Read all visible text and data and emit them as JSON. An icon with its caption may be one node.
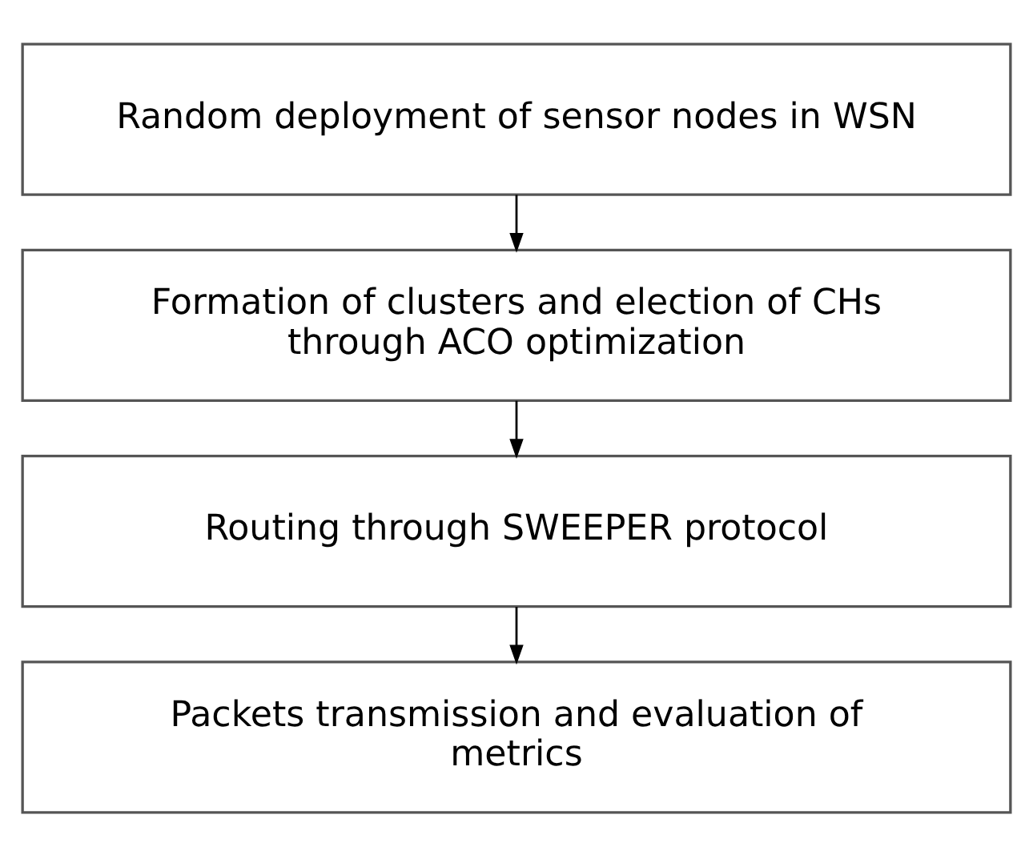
{
  "diagram": {
    "nodes": [
      {
        "text": [
          "Random deployment of sensor nodes in WSN"
        ]
      },
      {
        "text": [
          "Formation of clusters and election of CHs through ACO optimization"
        ]
      },
      {
        "text": [
          "Routing through SWEEPER protocol"
        ]
      },
      {
        "text": [
          "Packets transmission and evaluation of metrics"
        ]
      }
    ],
    "edges": [
      {
        "from": 0,
        "to": 1,
        "arrow": "to"
      },
      {
        "from": 1,
        "to": 2,
        "arrow": "to"
      },
      {
        "from": 2,
        "to": 3,
        "arrow": "to"
      }
    ]
  }
}
